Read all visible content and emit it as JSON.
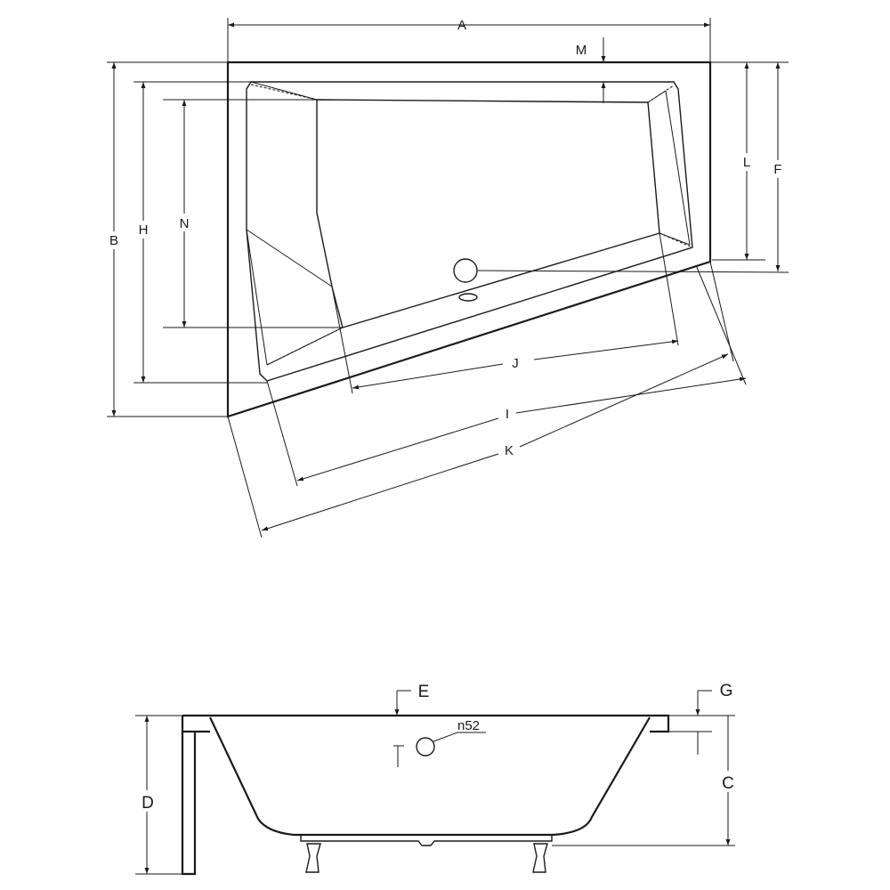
{
  "colors": {
    "line": "#1a1a1a",
    "background": "#ffffff"
  },
  "top_view": {
    "labels": {
      "A": "A",
      "B": "B",
      "F": "F",
      "H": "H",
      "I": "I",
      "J": "J",
      "K": "K",
      "L": "L",
      "M": "M",
      "N": "N"
    }
  },
  "side_view": {
    "labels": {
      "C": "C",
      "D": "D",
      "E": "E",
      "G": "G"
    },
    "overflow_label": "n52"
  }
}
